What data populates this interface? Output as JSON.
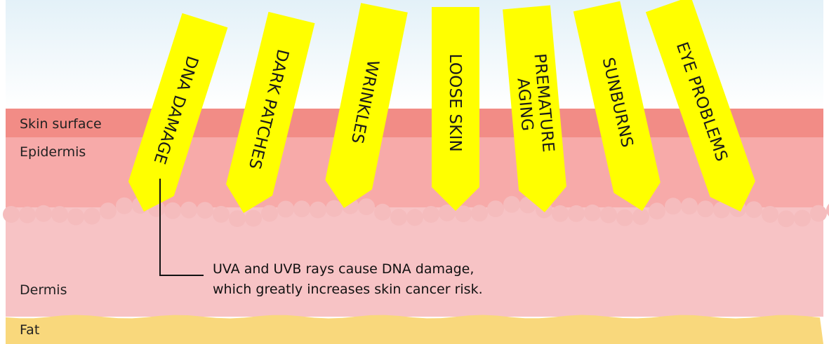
{
  "colors": {
    "sky_top": "#e3f1f8",
    "sky_bottom": "#ffffff",
    "skin_surface": "#f28c86",
    "epidermis": "#f7aaa9",
    "bump": "#f5bcbd",
    "dermis": "#f7c3c5",
    "fat": "#f9d87c",
    "ray_fill": "#ffff00",
    "text": "#222222",
    "callout_line": "#111111"
  },
  "layers": {
    "skin_surface": "Skin surface",
    "epidermis": "Epidermis",
    "dermis": "Dermis",
    "fat": "Fat"
  },
  "rays": [
    {
      "lines": [
        "DNA DAMAGE"
      ]
    },
    {
      "lines": [
        "DARK PATCHES"
      ]
    },
    {
      "lines": [
        "WRINKLES"
      ]
    },
    {
      "lines": [
        "LOOSE SKIN"
      ]
    },
    {
      "lines": [
        "PREMATURE",
        "AGING"
      ]
    },
    {
      "lines": [
        "SUNBURNS"
      ]
    },
    {
      "lines": [
        "EYE PROBLEMS"
      ]
    }
  ],
  "annotation": {
    "line1": "UVA and UVB rays cause DNA damage,",
    "line2": "which greatly increases skin cancer risk."
  }
}
